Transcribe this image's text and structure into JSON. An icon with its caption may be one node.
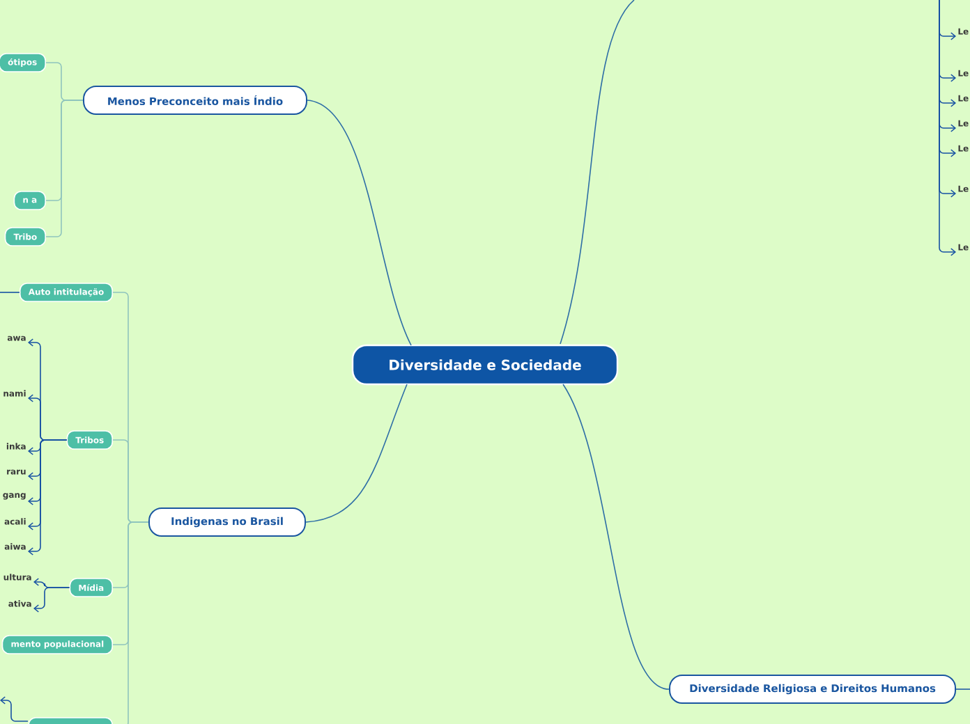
{
  "diagram": {
    "nodes": [
      {
        "text": [
          "Diversidade e Sociedade"
        ]
      },
      {
        "text": [
          "Menos Preconceito mais Índio"
        ]
      },
      {
        "text": [
          "ótipos"
        ]
      },
      {
        "text": [
          "n a"
        ]
      },
      {
        "text": [
          "Tribo"
        ]
      },
      {
        "text": [
          "Indigenas no Brasil"
        ]
      },
      {
        "text": [
          "Auto intitulação"
        ]
      },
      {
        "text": [
          "Tribos"
        ]
      },
      {
        "text": [
          "Mídia"
        ]
      },
      {
        "text": [
          "mento populacional"
        ]
      },
      {
        "text": [],
        "shape": "box"
      },
      {
        "text": [
          "awa"
        ]
      },
      {
        "text": [
          "nami"
        ]
      },
      {
        "text": [
          "inka"
        ]
      },
      {
        "text": [
          "raru"
        ]
      },
      {
        "text": [
          "gang"
        ]
      },
      {
        "text": [
          "acali"
        ]
      },
      {
        "text": [
          "aiwa"
        ]
      },
      {
        "text": [
          "ultura"
        ]
      },
      {
        "text": [
          "ativa"
        ]
      },
      {
        "text": [
          "Diversidade Religiosa e Direitos Humanos"
        ]
      },
      {
        "text": [
          "Le"
        ]
      },
      {
        "text": [
          "Le"
        ]
      },
      {
        "text": [
          "Le"
        ]
      },
      {
        "text": [
          "Le"
        ]
      },
      {
        "text": [
          "Le"
        ]
      },
      {
        "text": [
          "Le"
        ]
      },
      {
        "text": [
          "Le"
        ]
      }
    ],
    "edges": [
      {
        "from": 0,
        "to": null,
        "arrow": "none",
        "color": "#2e6ea6"
      },
      {
        "from": 0,
        "to": 1,
        "arrow": "none",
        "color": "#2e6ea6"
      },
      {
        "from": 0,
        "to": 5,
        "arrow": "none",
        "color": "#2e6ea6"
      },
      {
        "from": 0,
        "to": 20,
        "arrow": "none",
        "color": "#2e6ea6"
      },
      {
        "from": 1,
        "to": 2,
        "arrow": "none",
        "color": "#8fc4bd"
      },
      {
        "from": 1,
        "to": 3,
        "arrow": "none",
        "color": "#8fc4bd"
      },
      {
        "from": 1,
        "to": 4,
        "arrow": "none",
        "color": "#8fc4bd"
      },
      {
        "from": 5,
        "to": 6,
        "arrow": "none",
        "color": "#8fc4bd"
      },
      {
        "from": 5,
        "to": 7,
        "arrow": "none",
        "color": "#8fc4bd"
      },
      {
        "from": 5,
        "to": 8,
        "arrow": "none",
        "color": "#8fc4bd"
      },
      {
        "from": 5,
        "to": 9,
        "arrow": "none",
        "color": "#8fc4bd"
      },
      {
        "from": 5,
        "to": 10,
        "arrow": "none",
        "color": "#8fc4bd"
      },
      {
        "from": 7,
        "to": 11,
        "arrow": "to"
      },
      {
        "from": 7,
        "to": 12,
        "arrow": "to"
      },
      {
        "from": 7,
        "to": 13,
        "arrow": "to"
      },
      {
        "from": 7,
        "to": 14,
        "arrow": "to"
      },
      {
        "from": 7,
        "to": 15,
        "arrow": "to"
      },
      {
        "from": 7,
        "to": 16,
        "arrow": "to"
      },
      {
        "from": 7,
        "to": 17,
        "arrow": "to"
      },
      {
        "from": 8,
        "to": 18,
        "arrow": "to"
      },
      {
        "from": 8,
        "to": 19,
        "arrow": "to"
      },
      {
        "from": 10,
        "to": null,
        "arrow": "to"
      },
      {
        "from": 6,
        "to": null,
        "arrow": "none"
      },
      {
        "from": 20,
        "to": null,
        "arrow": "none"
      },
      {
        "from": null,
        "to": 21,
        "arrow": "to"
      },
      {
        "from": null,
        "to": 22,
        "arrow": "to"
      },
      {
        "from": null,
        "to": 23,
        "arrow": "to"
      },
      {
        "from": null,
        "to": 24,
        "arrow": "to"
      },
      {
        "from": null,
        "to": 25,
        "arrow": "to"
      },
      {
        "from": null,
        "to": 26,
        "arrow": "to"
      },
      {
        "from": null,
        "to": 27,
        "arrow": "to"
      }
    ]
  }
}
